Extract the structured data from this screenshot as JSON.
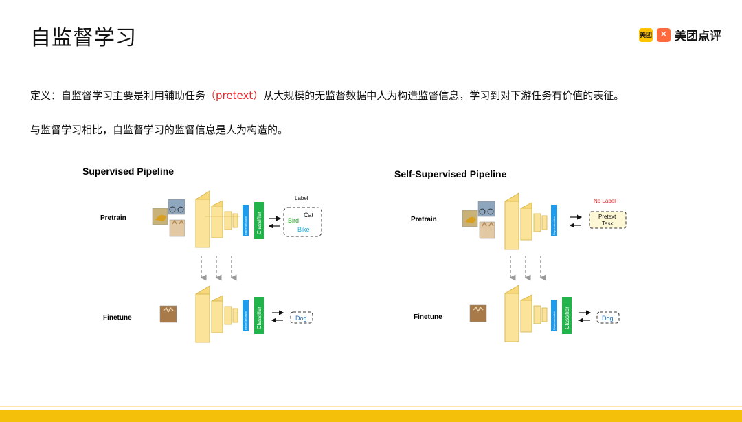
{
  "header": {
    "title": "自监督学习",
    "logo_badge": "美团",
    "logo_text": "美团点评"
  },
  "definition": {
    "prefix": "定义：自监督学习主要是利用辅助任务",
    "highlight": "（pretext）",
    "suffix": "从大规模的无监督数据中人为构造监督信息，学习到对下游任务有价值的表征。"
  },
  "comparison": "与监督学习相比，自监督学习的监督信息是人为构造的。",
  "supervised": {
    "title": "Supervised Pipeline",
    "pretrain_label": "Pretrain",
    "finetune_label": "Finetune",
    "representation_label": "Representation",
    "classifier_label": "Classifier",
    "label_caption": "Label",
    "labels": [
      "Cat",
      "Bird",
      "Bike"
    ],
    "finetune_output": "Dog"
  },
  "self_supervised": {
    "title": "Self-Supervised Pipeline",
    "pretrain_label": "Pretrain",
    "finetune_label": "Finetune",
    "representation_label": "Representation",
    "classifier_label": "Classifier",
    "no_label_caption": "No Label !",
    "pretext_line1": "Pretext",
    "pretext_line2": "Task",
    "finetune_output": "Dog"
  },
  "colors": {
    "accent_yellow": "#f5c00a",
    "highlight_red": "#e8262a",
    "representation_blue": "#1e9bea",
    "classifier_green": "#22b34a",
    "cat_label": "#111111",
    "bird_label": "#22a322",
    "bike_label": "#1ab0d8"
  }
}
